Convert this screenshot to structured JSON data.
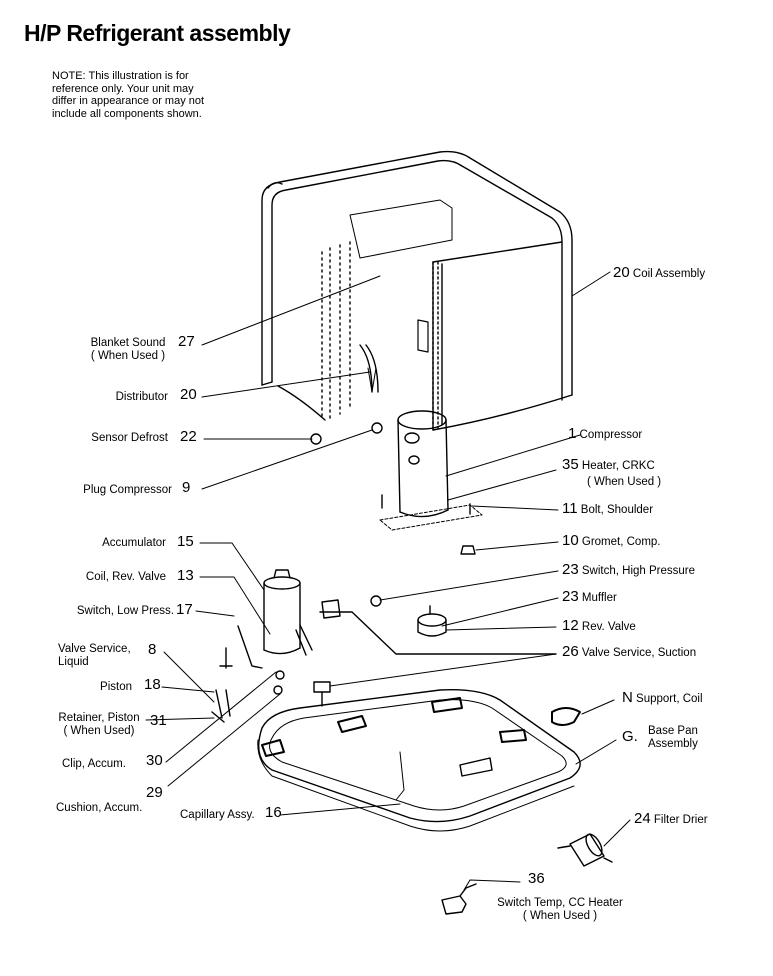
{
  "title": "H/P Refrigerant assembly",
  "note": [
    "NOTE: This illustration is for",
    "reference only. Your unit may",
    "differ in appearance or may not",
    "include all components shown."
  ],
  "parts": {
    "coil_assembly": {
      "num": "20",
      "name": "Coil Assembly"
    },
    "blanket_sound": {
      "num": "27",
      "name": "Blanket Sound",
      "sub": "( When Used )"
    },
    "distributor": {
      "num": "20",
      "name": "Distributor"
    },
    "sensor_defrost": {
      "num": "22",
      "name": "Sensor Defrost"
    },
    "plug_compressor": {
      "num": "9",
      "name": "Plug Compressor"
    },
    "compressor": {
      "num": "1",
      "name": "Compressor"
    },
    "heater_crkc": {
      "num": "35",
      "name": "Heater, CRKC",
      "sub": "( When Used )"
    },
    "bolt_shoulder": {
      "num": "11",
      "name": "Bolt, Shoulder"
    },
    "grommet_comp": {
      "num": "10",
      "name": "Gromet, Comp."
    },
    "accumulator": {
      "num": "15",
      "name": "Accumulator"
    },
    "coil_rev_valve": {
      "num": "13",
      "name": "Coil, Rev. Valve"
    },
    "switch_high_pressure": {
      "num": "23",
      "name": "Switch, High Pressure"
    },
    "muffler": {
      "num": "23",
      "name": "Muffler"
    },
    "switch_low_press": {
      "num": "17",
      "name": "Switch, Low Press."
    },
    "rev_valve": {
      "num": "12",
      "name": "Rev. Valve"
    },
    "valve_service_liquid": {
      "num": "8",
      "name": "Valve Service,",
      "sub": "Liquid"
    },
    "valve_service_suction": {
      "num": "26",
      "name": "Valve Service, Suction"
    },
    "piston": {
      "num": "18",
      "name": "Piston"
    },
    "support_coil": {
      "num": "N",
      "name": "Support, Coil"
    },
    "retainer_piston": {
      "num": "31",
      "name": "Retainer, Piston",
      "sub": "( When Used)"
    },
    "base_pan": {
      "num": "G.",
      "name": "Base Pan",
      "sub": "Assembly"
    },
    "clip_accum": {
      "num": "30",
      "name": "Clip, Accum."
    },
    "cushion_accum": {
      "num": "29",
      "name": "Cushion, Accum."
    },
    "capillary_assy": {
      "num": "16",
      "name": "Capillary Assy."
    },
    "filter_drier": {
      "num": "24",
      "name": "Filter Drier"
    },
    "switch_temp": {
      "num": "36",
      "name": "Switch Temp, CC Heater",
      "sub": "( When Used )"
    }
  }
}
